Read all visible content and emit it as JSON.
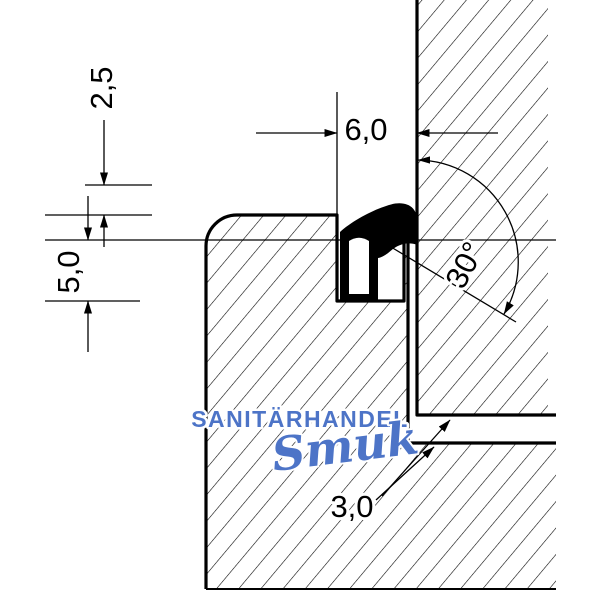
{
  "dimensions": {
    "protrusion": "2,5",
    "groove_width": "6,0",
    "groove_depth": "5,0",
    "angle": "30°",
    "gap": "3,0"
  },
  "watermark": {
    "brand": "SANITÄRHANDEL",
    "script": "Smuk"
  },
  "colors": {
    "line": "#000000",
    "background": "#ffffff",
    "seal": "#000000",
    "watermark": "#4d74c7"
  }
}
